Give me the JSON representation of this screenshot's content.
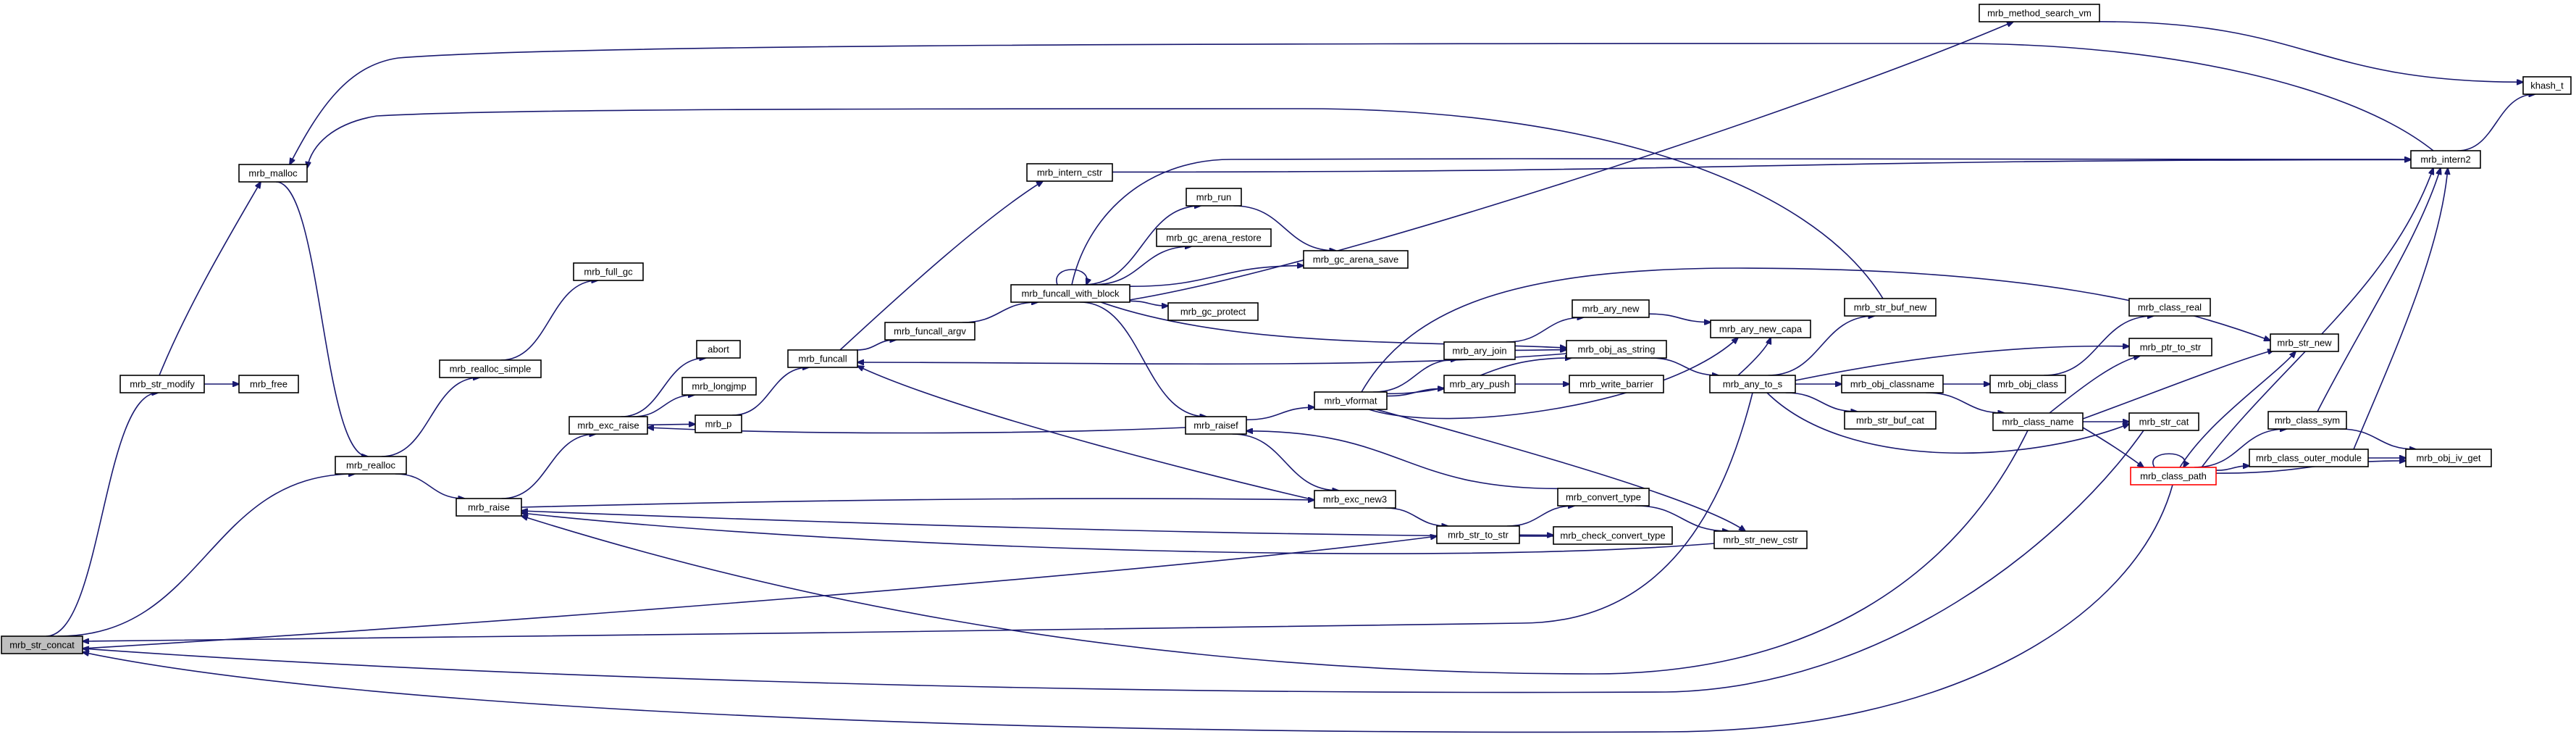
{
  "graph": {
    "title": "",
    "edge_color": "#191970",
    "root_fill": "#bfbfbf",
    "truncated_border_color": "#ff0000",
    "nodes": [
      {
        "id": "mrb_str_concat",
        "label": "mrb_str_concat",
        "root": true
      },
      {
        "id": "mrb_str_modify",
        "label": "mrb_str_modify"
      },
      {
        "id": "mrb_malloc",
        "label": "mrb_malloc"
      },
      {
        "id": "mrb_free",
        "label": "mrb_free"
      },
      {
        "id": "mrb_realloc",
        "label": "mrb_realloc"
      },
      {
        "id": "mrb_realloc_simple",
        "label": "mrb_realloc_simple"
      },
      {
        "id": "mrb_full_gc",
        "label": "mrb_full_gc"
      },
      {
        "id": "mrb_raise",
        "label": "mrb_raise"
      },
      {
        "id": "mrb_exc_raise",
        "label": "mrb_exc_raise"
      },
      {
        "id": "abort",
        "label": "abort"
      },
      {
        "id": "mrb_longjmp",
        "label": "mrb_longjmp"
      },
      {
        "id": "mrb_p",
        "label": "mrb_p"
      },
      {
        "id": "mrb_funcall",
        "label": "mrb_funcall"
      },
      {
        "id": "mrb_funcall_argv",
        "label": "mrb_funcall_argv"
      },
      {
        "id": "mrb_intern_cstr",
        "label": "mrb_intern_cstr"
      },
      {
        "id": "mrb_funcall_with_block",
        "label": "mrb_funcall_with_block"
      },
      {
        "id": "mrb_run",
        "label": "mrb_run"
      },
      {
        "id": "mrb_gc_arena_restore",
        "label": "mrb_gc_arena_restore"
      },
      {
        "id": "mrb_gc_arena_save",
        "label": "mrb_gc_arena_save"
      },
      {
        "id": "mrb_gc_protect",
        "label": "mrb_gc_protect"
      },
      {
        "id": "mrb_raisef",
        "label": "mrb_raisef"
      },
      {
        "id": "mrb_vformat",
        "label": "mrb_vformat"
      },
      {
        "id": "mrb_exc_new3",
        "label": "mrb_exc_new3"
      },
      {
        "id": "mrb_str_to_str",
        "label": "mrb_str_to_str"
      },
      {
        "id": "mrb_convert_type",
        "label": "mrb_convert_type"
      },
      {
        "id": "mrb_check_convert_type",
        "label": "mrb_check_convert_type"
      },
      {
        "id": "mrb_str_new_cstr",
        "label": "mrb_str_new_cstr"
      },
      {
        "id": "mrb_ary_new",
        "label": "mrb_ary_new"
      },
      {
        "id": "mrb_ary_join",
        "label": "mrb_ary_join"
      },
      {
        "id": "mrb_ary_push",
        "label": "mrb_ary_push"
      },
      {
        "id": "mrb_write_barrier",
        "label": "mrb_write_barrier"
      },
      {
        "id": "mrb_obj_as_string",
        "label": "mrb_obj_as_string"
      },
      {
        "id": "mrb_ary_new_capa",
        "label": "mrb_ary_new_capa"
      },
      {
        "id": "mrb_any_to_s",
        "label": "mrb_any_to_s"
      },
      {
        "id": "mrb_str_buf_new",
        "label": "mrb_str_buf_new"
      },
      {
        "id": "mrb_str_buf_cat",
        "label": "mrb_str_buf_cat"
      },
      {
        "id": "mrb_obj_classname",
        "label": "mrb_obj_classname"
      },
      {
        "id": "mrb_obj_class",
        "label": "mrb_obj_class"
      },
      {
        "id": "mrb_class_real",
        "label": "mrb_class_real"
      },
      {
        "id": "mrb_ptr_to_str",
        "label": "mrb_ptr_to_str"
      },
      {
        "id": "mrb_class_name",
        "label": "mrb_class_name"
      },
      {
        "id": "mrb_str_cat",
        "label": "mrb_str_cat"
      },
      {
        "id": "mrb_str_new",
        "label": "mrb_str_new"
      },
      {
        "id": "mrb_class_path",
        "label": "mrb_class_path",
        "truncated": true
      },
      {
        "id": "mrb_class_sym",
        "label": "mrb_class_sym"
      },
      {
        "id": "mrb_class_outer_module",
        "label": "mrb_class_outer_module"
      },
      {
        "id": "mrb_obj_iv_get",
        "label": "mrb_obj_iv_get"
      },
      {
        "id": "mrb_intern2",
        "label": "mrb_intern2"
      },
      {
        "id": "mrb_method_search_vm",
        "label": "mrb_method_search_vm"
      },
      {
        "id": "khash_t",
        "label": "khash_t"
      }
    ],
    "edges": [
      [
        "mrb_str_concat",
        "mrb_str_modify"
      ],
      [
        "mrb_str_concat",
        "mrb_realloc"
      ],
      [
        "mrb_str_concat",
        "mrb_str_to_str"
      ],
      [
        "mrb_str_modify",
        "mrb_malloc"
      ],
      [
        "mrb_str_modify",
        "mrb_free"
      ],
      [
        "mrb_malloc",
        "mrb_realloc"
      ],
      [
        "mrb_realloc",
        "mrb_realloc_simple"
      ],
      [
        "mrb_realloc",
        "mrb_raise"
      ],
      [
        "mrb_realloc_simple",
        "mrb_full_gc"
      ],
      [
        "mrb_raise",
        "mrb_exc_raise"
      ],
      [
        "mrb_raise",
        "mrb_exc_new3"
      ],
      [
        "mrb_exc_raise",
        "abort"
      ],
      [
        "mrb_exc_raise",
        "mrb_longjmp"
      ],
      [
        "mrb_exc_raise",
        "mrb_p"
      ],
      [
        "mrb_p",
        "mrb_funcall"
      ],
      [
        "mrb_funcall",
        "mrb_funcall_argv"
      ],
      [
        "mrb_funcall",
        "mrb_intern_cstr"
      ],
      [
        "mrb_funcall_argv",
        "mrb_funcall_with_block"
      ],
      [
        "mrb_intern_cstr",
        "mrb_intern2"
      ],
      [
        "mrb_funcall_with_block",
        "mrb_funcall_with_block"
      ],
      [
        "mrb_funcall_with_block",
        "mrb_run"
      ],
      [
        "mrb_funcall_with_block",
        "mrb_gc_arena_restore"
      ],
      [
        "mrb_funcall_with_block",
        "mrb_gc_arena_save"
      ],
      [
        "mrb_funcall_with_block",
        "mrb_gc_protect"
      ],
      [
        "mrb_funcall_with_block",
        "mrb_raisef"
      ],
      [
        "mrb_funcall_with_block",
        "mrb_intern2"
      ],
      [
        "mrb_funcall_with_block",
        "mrb_method_search_vm"
      ],
      [
        "mrb_funcall_with_block",
        "mrb_obj_as_string"
      ],
      [
        "mrb_run",
        "mrb_gc_arena_save"
      ],
      [
        "mrb_raisef",
        "mrb_vformat"
      ],
      [
        "mrb_raisef",
        "mrb_exc_new3"
      ],
      [
        "mrb_raisef",
        "mrb_exc_raise"
      ],
      [
        "mrb_vformat",
        "mrb_ary_join"
      ],
      [
        "mrb_vformat",
        "mrb_ary_push"
      ],
      [
        "mrb_vformat",
        "mrb_obj_as_string"
      ],
      [
        "mrb_vformat",
        "mrb_ary_new_capa"
      ],
      [
        "mrb_vformat",
        "mrb_str_new_cstr"
      ],
      [
        "mrb_vformat",
        "mrb_str_new"
      ],
      [
        "mrb_exc_new3",
        "mrb_funcall"
      ],
      [
        "mrb_exc_new3",
        "mrb_str_to_str"
      ],
      [
        "mrb_str_to_str",
        "mrb_convert_type"
      ],
      [
        "mrb_str_to_str",
        "mrb_check_convert_type"
      ],
      [
        "mrb_convert_type",
        "mrb_raisef"
      ],
      [
        "mrb_convert_type",
        "mrb_str_new_cstr"
      ],
      [
        "mrb_check_convert_type",
        "mrb_raise"
      ],
      [
        "mrb_str_new_cstr",
        "mrb_raise"
      ],
      [
        "mrb_ary_new",
        "mrb_ary_new_capa"
      ],
      [
        "mrb_ary_join",
        "mrb_ary_new"
      ],
      [
        "mrb_ary_join",
        "mrb_obj_as_string"
      ],
      [
        "mrb_ary_push",
        "mrb_write_barrier"
      ],
      [
        "mrb_obj_as_string",
        "mrb_any_to_s"
      ],
      [
        "mrb_obj_as_string",
        "mrb_funcall"
      ],
      [
        "mrb_any_to_s",
        "mrb_str_buf_new"
      ],
      [
        "mrb_any_to_s",
        "mrb_str_buf_cat"
      ],
      [
        "mrb_any_to_s",
        "mrb_obj_classname"
      ],
      [
        "mrb_any_to_s",
        "mrb_ptr_to_str"
      ],
      [
        "mrb_any_to_s",
        "mrb_str_cat"
      ],
      [
        "mrb_any_to_s",
        "mrb_ary_new_capa"
      ],
      [
        "mrb_any_to_s",
        "mrb_str_concat"
      ],
      [
        "mrb_str_buf_new",
        "mrb_malloc"
      ],
      [
        "mrb_obj_classname",
        "mrb_obj_class"
      ],
      [
        "mrb_obj_classname",
        "mrb_class_name"
      ],
      [
        "mrb_obj_class",
        "mrb_class_real"
      ],
      [
        "mrb_class_name",
        "mrb_class_path"
      ],
      [
        "mrb_class_name",
        "mrb_str_cat"
      ],
      [
        "mrb_class_name",
        "mrb_str_new"
      ],
      [
        "mrb_class_name",
        "mrb_ptr_to_str"
      ],
      [
        "mrb_class_name",
        "mrb_raise"
      ],
      [
        "mrb_class_path",
        "mrb_class_path"
      ],
      [
        "mrb_class_path",
        "mrb_class_sym"
      ],
      [
        "mrb_class_path",
        "mrb_class_outer_module"
      ],
      [
        "mrb_class_path",
        "mrb_obj_iv_get"
      ],
      [
        "mrb_class_path",
        "mrb_intern2"
      ],
      [
        "mrb_class_path",
        "mrb_str_new"
      ],
      [
        "mrb_class_path",
        "mrb_str_concat"
      ],
      [
        "mrb_str_cat",
        "mrb_str_concat"
      ],
      [
        "mrb_class_sym",
        "mrb_obj_iv_get"
      ],
      [
        "mrb_class_sym",
        "mrb_intern2"
      ],
      [
        "mrb_class_outer_module",
        "mrb_obj_iv_get"
      ],
      [
        "mrb_class_outer_module",
        "mrb_intern2"
      ],
      [
        "mrb_intern2",
        "mrb_malloc"
      ],
      [
        "mrb_intern2",
        "khash_t"
      ],
      [
        "mrb_method_search_vm",
        "khash_t"
      ]
    ]
  }
}
